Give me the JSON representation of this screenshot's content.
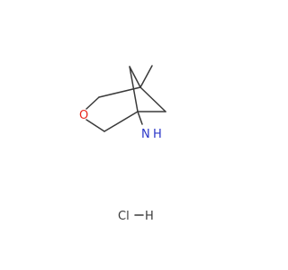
{
  "atoms": {
    "oxygen": "O",
    "amine_n": "N",
    "amine_h": "H",
    "chloride": "Cl",
    "hydride": "H"
  },
  "colors": {
    "bond": "#3a3a3a",
    "oxygen": "#e8281e",
    "nitrogen": "#2a36c8",
    "chlorine": "#3a3a3a",
    "background": "#ffffff"
  }
}
